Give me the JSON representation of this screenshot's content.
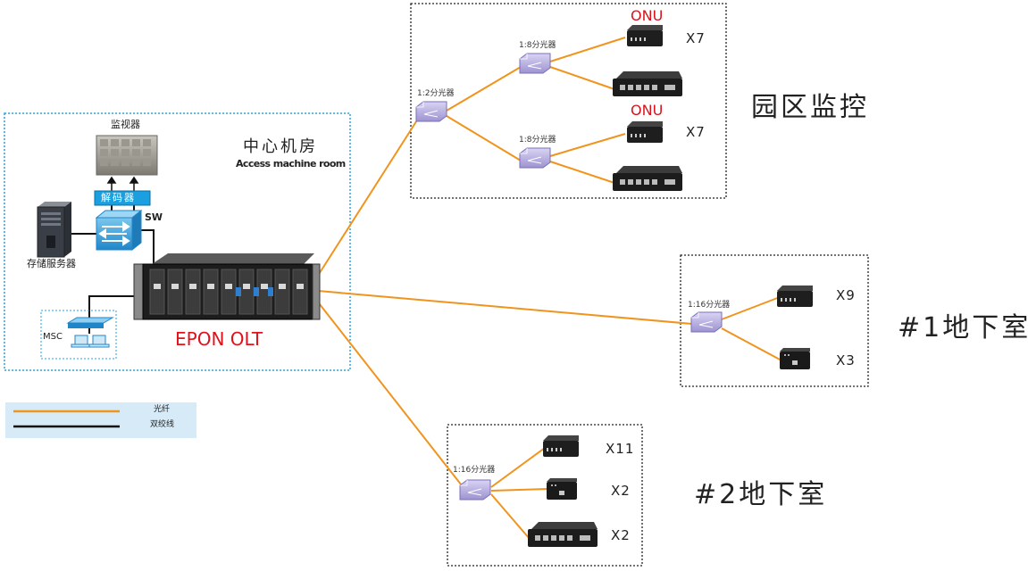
{
  "center_room": {
    "title_cn": "中心机房",
    "title_en": "Access machine room",
    "monitor_label": "监视器",
    "decoder_label": "解码器",
    "switch_label": "SW",
    "storage_label": "存储服务器",
    "msc_label": "MSC",
    "olt_label": "EPON OLT",
    "olt_color": "#e0121b"
  },
  "legend": {
    "fiber_label": "光纤",
    "twisted_pair_label": "双绞线",
    "fiber_color": "#f0941e",
    "twisted_pair_color": "#111111",
    "background": "#d6ebf7"
  },
  "campus": {
    "name": "园区监控",
    "root_splitter": "1:2分光器",
    "branches": [
      {
        "splitter": "1:8分光器",
        "onu_label": "ONU",
        "count": "X7"
      },
      {
        "splitter": "1:8分光器",
        "onu_label": "ONU",
        "count": "X7"
      }
    ]
  },
  "basement1": {
    "name": "#1地下室",
    "splitter": "1:16分光器",
    "counts": [
      "X9",
      "X3"
    ]
  },
  "basement2": {
    "name": "#2地下室",
    "splitter": "1:16分光器",
    "counts": [
      "X11",
      "X2",
      "X2"
    ]
  },
  "colors": {
    "fiber": "#f0941e",
    "cable": "#111111",
    "room_border": "#2aa3dc",
    "zone_border": "#222222",
    "splitter_fill": "#b8b0e0"
  }
}
